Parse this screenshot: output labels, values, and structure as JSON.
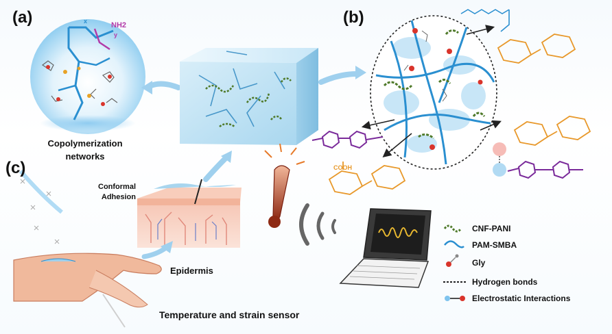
{
  "panels": {
    "a": "(a)",
    "b": "(b)",
    "c": "(c)"
  },
  "captions": {
    "copolymer_line1": "Copolymerization",
    "copolymer_line2": "networks",
    "adhesion_line1": "Conformal",
    "adhesion_line2": "Adhesion",
    "epidermis": "Epidermis",
    "sensor": "Temperature and strain sensor"
  },
  "molecule_labels": {
    "nh2": "NH2",
    "x": "x",
    "y": "y",
    "cooh": "COOH"
  },
  "legend": [
    {
      "icon": "cnf-pani-icon",
      "label": "CNF-PANI",
      "color": "#4f7a2a"
    },
    {
      "icon": "pam-smba-icon",
      "label": "PAM-SMBA",
      "color": "#2a8fd0"
    },
    {
      "icon": "gly-icon",
      "label": "Gly",
      "color": "#d9342b"
    },
    {
      "icon": "hydrogen-bond-icon",
      "label": "Hydrogen bonds",
      "color": "#222222"
    },
    {
      "icon": "electrostatic-icon",
      "label": "Electrostatic Interactions",
      "color": "#d9342b"
    }
  ],
  "colors": {
    "network_blue": "#2a8fd0",
    "fiber_green": "#4f7a2a",
    "cellulose_orange": "#e8982a",
    "pani_purple": "#7a2a9a",
    "gly_red": "#d9342b",
    "arrow_blue": "#9fd0ee"
  }
}
